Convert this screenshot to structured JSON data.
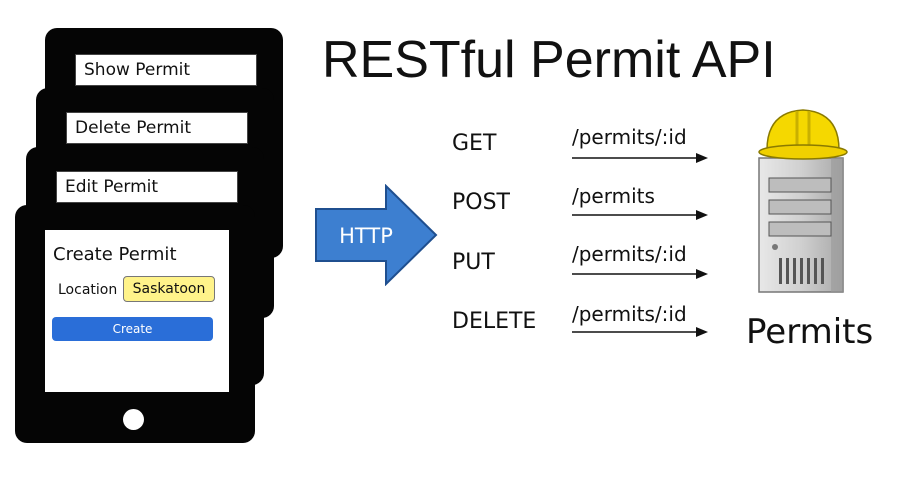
{
  "title": "RESTful Permit API",
  "screens": {
    "show": "Show Permit",
    "delete": "Delete Permit",
    "edit": "Edit Permit",
    "create": {
      "title": "Create Permit",
      "location_label": "Location",
      "location_value": "Saskatoon",
      "button": "Create"
    }
  },
  "http_label": "HTTP",
  "routes": [
    {
      "method": "GET",
      "path": "/permits/:id"
    },
    {
      "method": "POST",
      "path": "/permits"
    },
    {
      "method": "PUT",
      "path": "/permits/:id"
    },
    {
      "method": "DELETE",
      "path": "/permits/:id"
    }
  ],
  "server_label": "Permits",
  "colors": {
    "arrow_fill": "#3d7fd0",
    "button_blue": "#2a6ed8",
    "input_yellow": "#fff38a",
    "helmet_yellow": "#f5d800"
  }
}
